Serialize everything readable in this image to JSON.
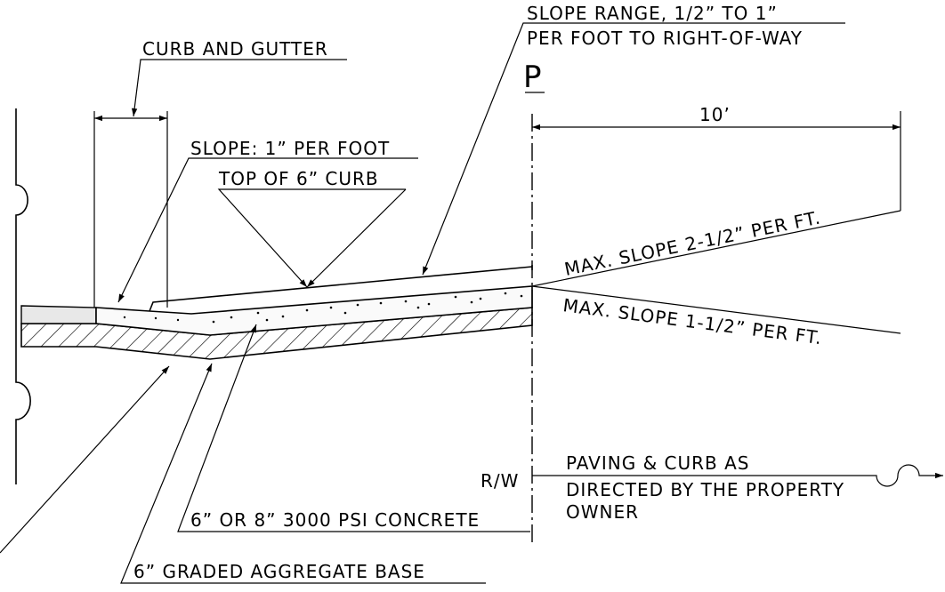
{
  "labels": {
    "curb_and_gutter": "CURB AND GUTTER",
    "slope_range_1": "SLOPE RANGE, 1/2” TO 1”",
    "slope_range_2": "PER FOOT TO RIGHT-OF-WAY",
    "centerline_symbol": "P",
    "dim_10": "10’",
    "slope_1_per_foot": "SLOPE: 1” PER FOOT",
    "top_of_curb": "TOP OF 6” CURB",
    "max_slope_upper": "MAX. SLOPE 2-1/2” PER FT.",
    "max_slope_lower": "MAX. SLOPE 1-1/2” PER FT.",
    "rw": "R/W",
    "paving_1": "PAVING & CURB AS",
    "paving_2": "DIRECTED BY THE PROPERTY",
    "paving_3": "OWNER",
    "concrete": "6” OR 8” 3000 PSI CONCRETE",
    "aggregate": "6” GRADED AGGREGATE BASE"
  }
}
